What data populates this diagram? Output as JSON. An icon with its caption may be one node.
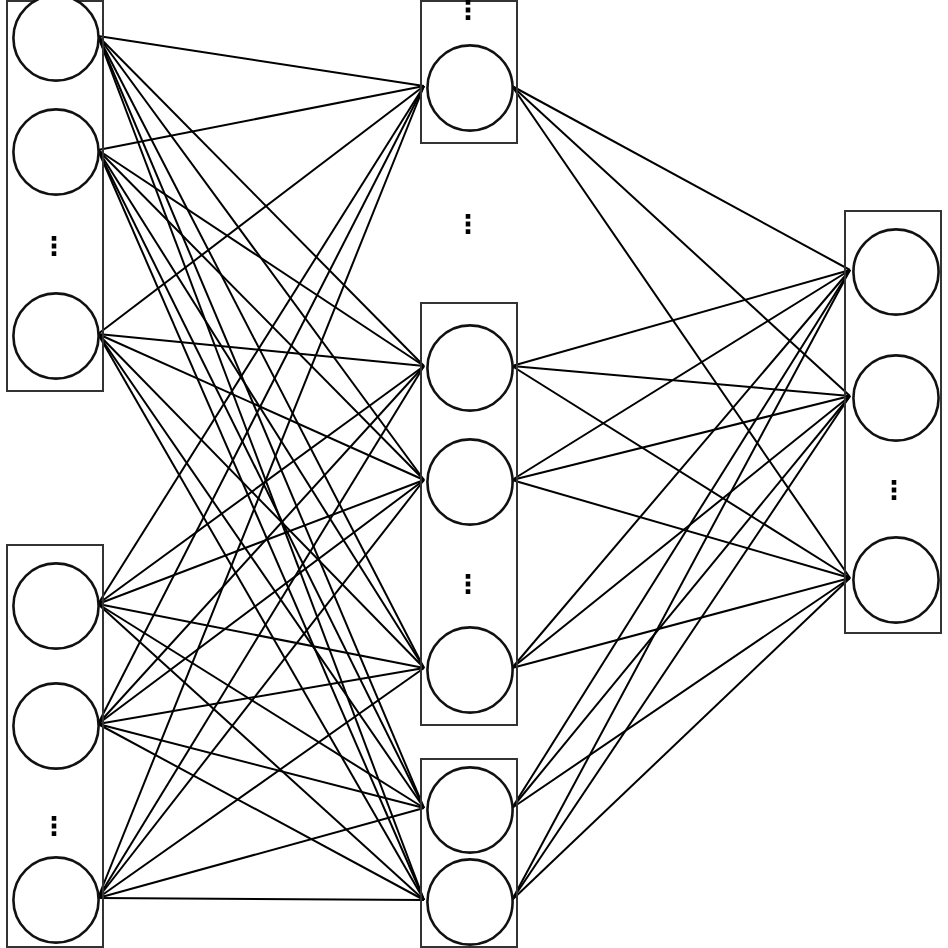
{
  "diagram": {
    "nodes": [
      {
        "text": [],
        "shape": "box"
      },
      {
        "text": [],
        "shape": "circle",
        "in": 0
      },
      {
        "text": [],
        "shape": "circle",
        "in": 0
      },
      {
        "text": [],
        "shape": "circle",
        "in": 0
      },
      {
        "text": [],
        "shape": "box"
      },
      {
        "text": [],
        "shape": "circle",
        "in": 4
      },
      {
        "text": [],
        "shape": "circle",
        "in": 4
      },
      {
        "text": [],
        "shape": "circle",
        "in": 4
      },
      {
        "text": [],
        "shape": "box"
      },
      {
        "text": [],
        "shape": "circle",
        "in": 8
      },
      {
        "text": [],
        "shape": "box"
      },
      {
        "text": [],
        "shape": "circle",
        "in": 10
      },
      {
        "text": [],
        "shape": "circle",
        "in": 10
      },
      {
        "text": [],
        "shape": "circle",
        "in": 10
      },
      {
        "text": [],
        "shape": "box"
      },
      {
        "text": [],
        "shape": "circle",
        "in": 14
      },
      {
        "text": [],
        "shape": "circle",
        "in": 14
      },
      {
        "text": [],
        "shape": "box"
      },
      {
        "text": [],
        "shape": "circle",
        "in": 17
      },
      {
        "text": [],
        "shape": "circle",
        "in": 17
      },
      {
        "text": [],
        "shape": "circle",
        "in": 17
      }
    ],
    "edges": [
      {
        "from": 1,
        "to": 9,
        "arrow": "none"
      },
      {
        "from": 1,
        "to": 11,
        "arrow": "none"
      },
      {
        "from": 1,
        "to": 12,
        "arrow": "none"
      },
      {
        "from": 1,
        "to": 13,
        "arrow": "none"
      },
      {
        "from": 1,
        "to": 15,
        "arrow": "none"
      },
      {
        "from": 1,
        "to": 16,
        "arrow": "none"
      },
      {
        "from": 2,
        "to": 9,
        "arrow": "none"
      },
      {
        "from": 2,
        "to": 11,
        "arrow": "none"
      },
      {
        "from": 2,
        "to": 12,
        "arrow": "none"
      },
      {
        "from": 2,
        "to": 13,
        "arrow": "none"
      },
      {
        "from": 2,
        "to": 15,
        "arrow": "none"
      },
      {
        "from": 2,
        "to": 16,
        "arrow": "none"
      },
      {
        "from": 3,
        "to": 9,
        "arrow": "none"
      },
      {
        "from": 3,
        "to": 11,
        "arrow": "none"
      },
      {
        "from": 3,
        "to": 12,
        "arrow": "none"
      },
      {
        "from": 3,
        "to": 13,
        "arrow": "none"
      },
      {
        "from": 3,
        "to": 15,
        "arrow": "none"
      },
      {
        "from": 3,
        "to": 16,
        "arrow": "none"
      },
      {
        "from": 5,
        "to": 9,
        "arrow": "none"
      },
      {
        "from": 5,
        "to": 11,
        "arrow": "none"
      },
      {
        "from": 5,
        "to": 12,
        "arrow": "none"
      },
      {
        "from": 5,
        "to": 13,
        "arrow": "none"
      },
      {
        "from": 5,
        "to": 15,
        "arrow": "none"
      },
      {
        "from": 5,
        "to": 16,
        "arrow": "none"
      },
      {
        "from": 6,
        "to": 9,
        "arrow": "none"
      },
      {
        "from": 6,
        "to": 11,
        "arrow": "none"
      },
      {
        "from": 6,
        "to": 12,
        "arrow": "none"
      },
      {
        "from": 6,
        "to": 13,
        "arrow": "none"
      },
      {
        "from": 6,
        "to": 15,
        "arrow": "none"
      },
      {
        "from": 6,
        "to": 16,
        "arrow": "none"
      },
      {
        "from": 7,
        "to": 9,
        "arrow": "none"
      },
      {
        "from": 7,
        "to": 11,
        "arrow": "none"
      },
      {
        "from": 7,
        "to": 12,
        "arrow": "none"
      },
      {
        "from": 7,
        "to": 13,
        "arrow": "none"
      },
      {
        "from": 7,
        "to": 15,
        "arrow": "none"
      },
      {
        "from": 7,
        "to": 16,
        "arrow": "none"
      },
      {
        "from": 9,
        "to": 18,
        "arrow": "none"
      },
      {
        "from": 9,
        "to": 19,
        "arrow": "none"
      },
      {
        "from": 9,
        "to": 20,
        "arrow": "none"
      },
      {
        "from": 11,
        "to": 18,
        "arrow": "none"
      },
      {
        "from": 11,
        "to": 19,
        "arrow": "none"
      },
      {
        "from": 11,
        "to": 20,
        "arrow": "none"
      },
      {
        "from": 12,
        "to": 18,
        "arrow": "none"
      },
      {
        "from": 12,
        "to": 19,
        "arrow": "none"
      },
      {
        "from": 12,
        "to": 20,
        "arrow": "none"
      },
      {
        "from": 13,
        "to": 18,
        "arrow": "none"
      },
      {
        "from": 13,
        "to": 19,
        "arrow": "none"
      },
      {
        "from": 13,
        "to": 20,
        "arrow": "none"
      },
      {
        "from": 15,
        "to": 18,
        "arrow": "none"
      },
      {
        "from": 15,
        "to": 19,
        "arrow": "none"
      },
      {
        "from": 15,
        "to": 20,
        "arrow": "none"
      },
      {
        "from": 16,
        "to": 18,
        "arrow": "none"
      },
      {
        "from": 16,
        "to": 19,
        "arrow": "none"
      },
      {
        "from": 16,
        "to": 20,
        "arrow": "none"
      }
    ],
    "labels": [
      "⋮",
      "⋮",
      "⋮",
      "⋮",
      "⋮",
      "⋮"
    ]
  }
}
